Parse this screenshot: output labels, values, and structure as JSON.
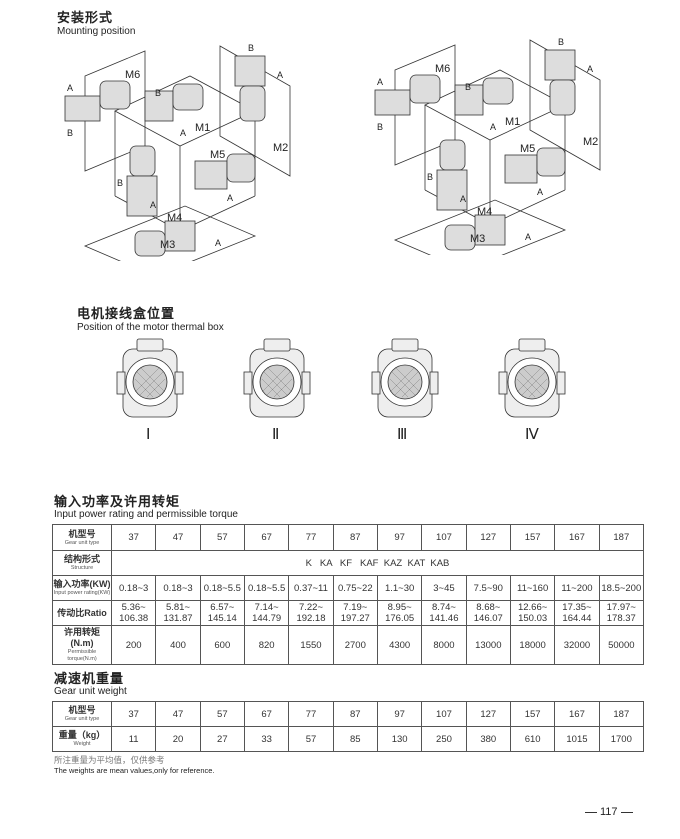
{
  "mounting": {
    "title_cn": "安装形式",
    "title_en": "Mounting position",
    "labels": {
      "m1": "M1",
      "m2": "M2",
      "m3": "M3",
      "m4": "M4",
      "m5": "M5",
      "m6": "M6",
      "a": "A",
      "b": "B"
    }
  },
  "thermal_box": {
    "title_cn": "电机接线盒位置",
    "title_en": "Position of the motor thermal box",
    "positions": [
      "Ⅰ",
      "Ⅱ",
      "Ⅲ",
      "Ⅳ"
    ]
  },
  "power_table": {
    "title_cn": "输入功率及许用转矩",
    "title_en": "Input power rating and permissible torque",
    "row_headers": [
      {
        "cn": "机型号",
        "en": "Gear unit type"
      },
      {
        "cn": "结构形式",
        "en": "Structure"
      },
      {
        "cn": "输入功率(KW)",
        "en": "Input power rating(KW)"
      },
      {
        "cn": "传动比Ratio",
        "en": ""
      },
      {
        "cn": "许用转矩(N.m)",
        "en": "Permissible torque(N.m)"
      }
    ],
    "types": [
      "37",
      "47",
      "57",
      "67",
      "77",
      "87",
      "97",
      "107",
      "127",
      "157",
      "167",
      "187"
    ],
    "structure": "K   KA   KF   KAF  KAZ  KAT  KAB",
    "power": [
      "0.18~3",
      "0.18~3",
      "0.18~5.5",
      "0.18~5.5",
      "0.37~11",
      "0.75~22",
      "1.1~30",
      "3~45",
      "7.5~90",
      "11~160",
      "11~200",
      "18.5~200"
    ],
    "ratio": [
      [
        "5.36~",
        "106.38"
      ],
      [
        "5.81~",
        "131.87"
      ],
      [
        "6.57~",
        "145.14"
      ],
      [
        "7.14~",
        "144.79"
      ],
      [
        "7.22~",
        "192.18"
      ],
      [
        "7.19~",
        "197.27"
      ],
      [
        "8.95~",
        "176.05"
      ],
      [
        "8.74~",
        "141.46"
      ],
      [
        "8.68~",
        "146.07"
      ],
      [
        "12.66~",
        "150.03"
      ],
      [
        "17.35~",
        "164.44"
      ],
      [
        "17.97~",
        "178.37"
      ]
    ],
    "torque": [
      "200",
      "400",
      "600",
      "820",
      "1550",
      "2700",
      "4300",
      "8000",
      "13000",
      "18000",
      "32000",
      "50000"
    ]
  },
  "weight_table": {
    "title_cn": "减速机重量",
    "title_en": "Gear unit weight",
    "row_headers": [
      {
        "cn": "机型号",
        "en": "Gear unit type"
      },
      {
        "cn": "重量（kg）",
        "en": "Weight"
      }
    ],
    "types": [
      "37",
      "47",
      "57",
      "67",
      "77",
      "87",
      "97",
      "107",
      "127",
      "157",
      "167",
      "187"
    ],
    "weights": [
      "11",
      "20",
      "27",
      "33",
      "57",
      "85",
      "130",
      "250",
      "380",
      "610",
      "1015",
      "1700"
    ],
    "note_cn": "所注重量为平均值，仅供参考",
    "note_en": "The weights are mean values,only for reference."
  },
  "page_number": "117"
}
